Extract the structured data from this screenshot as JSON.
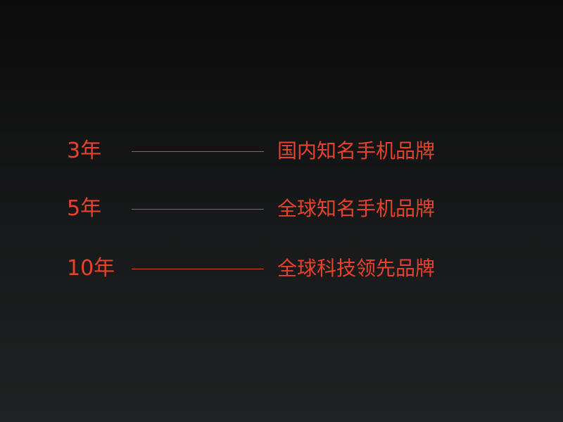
{
  "accent_color": "#e8412c",
  "milestones": [
    {
      "years": "3年",
      "goal": "国内知名手机品牌"
    },
    {
      "years": "5年",
      "goal": "全球知名手机品牌"
    },
    {
      "years": "10年",
      "goal": "全球科技领先品牌"
    }
  ]
}
